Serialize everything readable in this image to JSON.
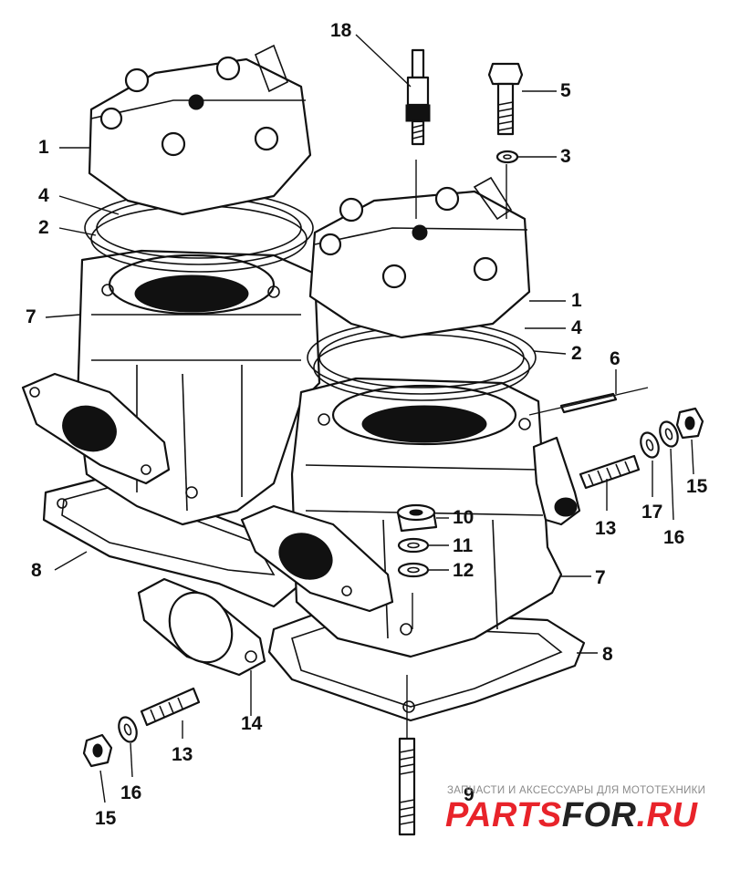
{
  "callouts": {
    "c18": "18",
    "c5": "5",
    "c3": "3",
    "c1a": "1",
    "c4a": "4",
    "c2a": "2",
    "c7a": "7",
    "c1b": "1",
    "c4b": "4",
    "c2b": "2",
    "c6": "6",
    "c15a": "15",
    "c16a": "16",
    "c17": "17",
    "c13a": "13",
    "c10": "10",
    "c11": "11",
    "c12": "12",
    "c7b": "7",
    "c8a": "8",
    "c8b": "8",
    "c14": "14",
    "c13b": "13",
    "c16b": "16",
    "c15b": "15",
    "c9": "9"
  },
  "watermark": {
    "tagline": "ЗАПЧАСТИ И АКСЕССУАРЫ ДЛЯ МОТОТЕХНИКИ",
    "brand_part1": "PARTS",
    "brand_part2": "FOR",
    "brand_part3": ".RU"
  }
}
